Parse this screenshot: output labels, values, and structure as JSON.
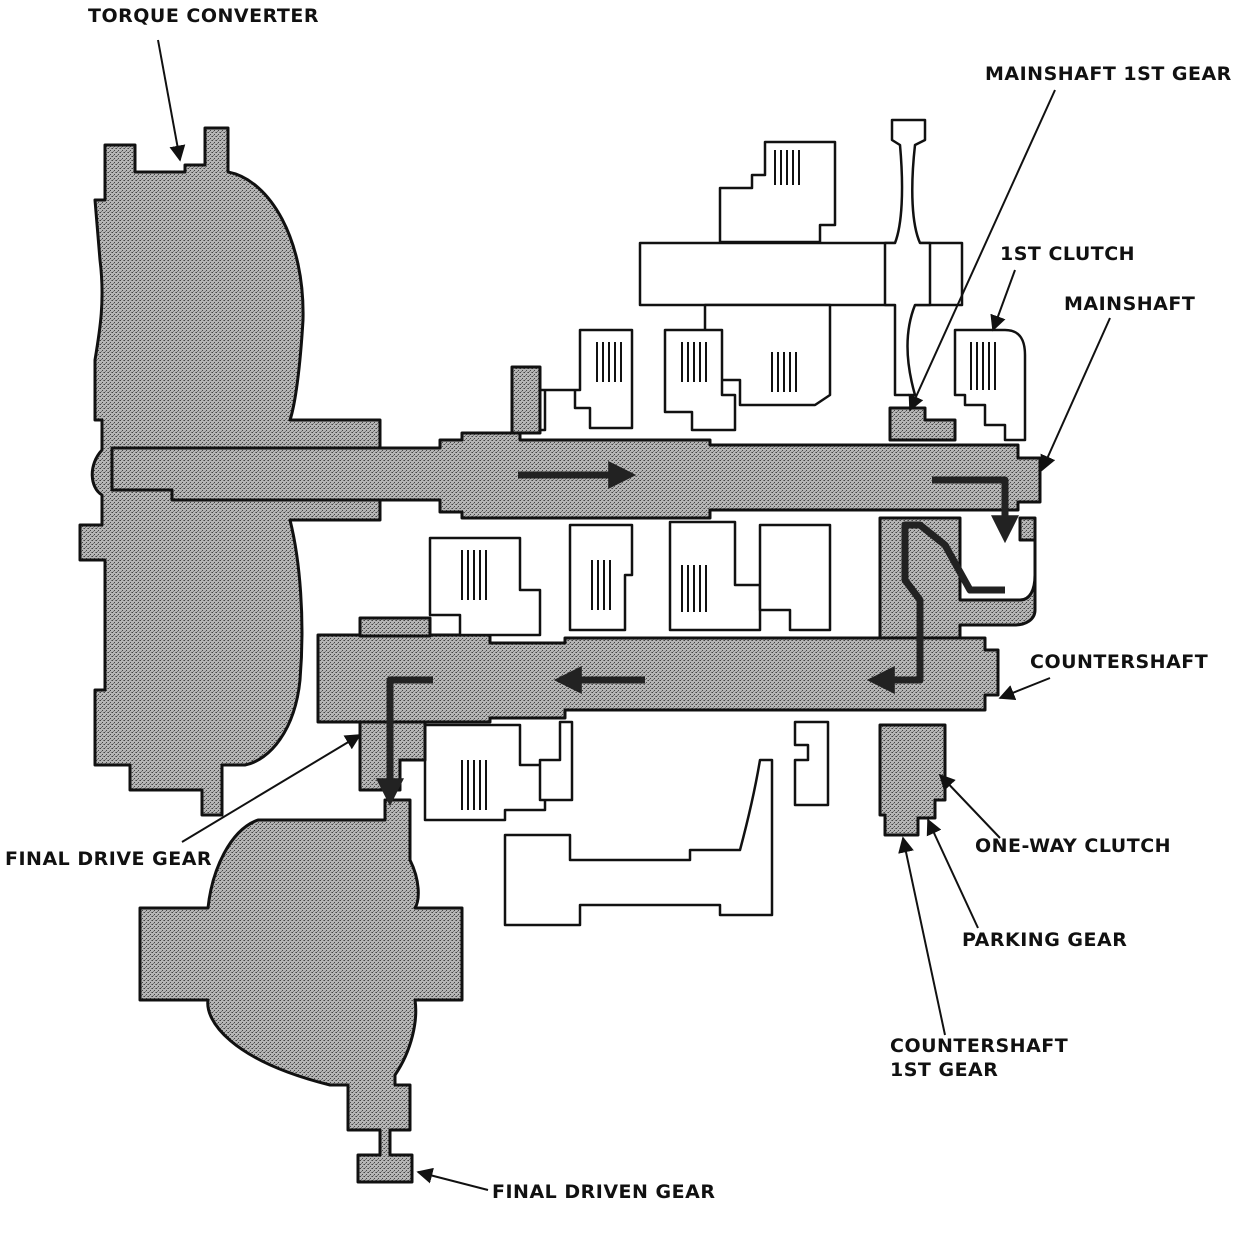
{
  "labels": {
    "torque_converter": "TORQUE CONVERTER",
    "mainshaft_1st_gear": "MAINSHAFT 1ST GEAR",
    "first_clutch": "1ST CLUTCH",
    "mainshaft": "MAINSHAFT",
    "countershaft": "COUNTERSHAFT",
    "final_drive_gear": "FINAL DRIVE GEAR",
    "one_way_clutch": "ONE-WAY CLUTCH",
    "parking_gear": "PARKING GEAR",
    "countershaft_1st_gear_line1": "COUNTERSHAFT",
    "countershaft_1st_gear_line2": "1ST GEAR",
    "final_driven_gear": "FINAL DRIVEN GEAR"
  },
  "colors": {
    "ink": "#111111",
    "shaded_fill": "#9a9a9a",
    "paper": "#ffffff"
  }
}
